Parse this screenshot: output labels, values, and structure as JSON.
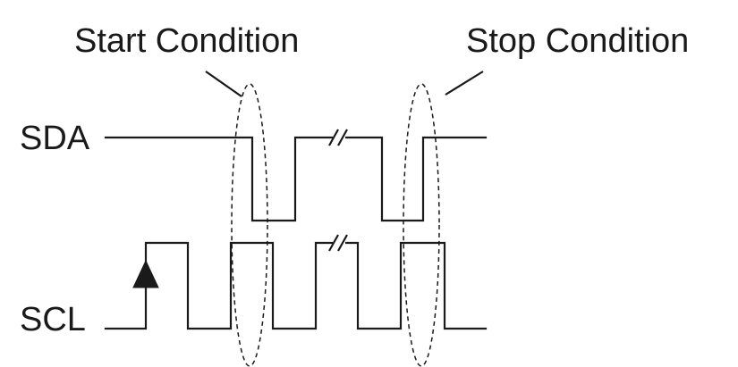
{
  "labels": {
    "start_condition": "Start Condition",
    "stop_condition": "Stop Condition",
    "sda": "SDA",
    "scl": "SCL"
  },
  "colors": {
    "line": "#1a1a1a",
    "background": "#ffffff"
  }
}
